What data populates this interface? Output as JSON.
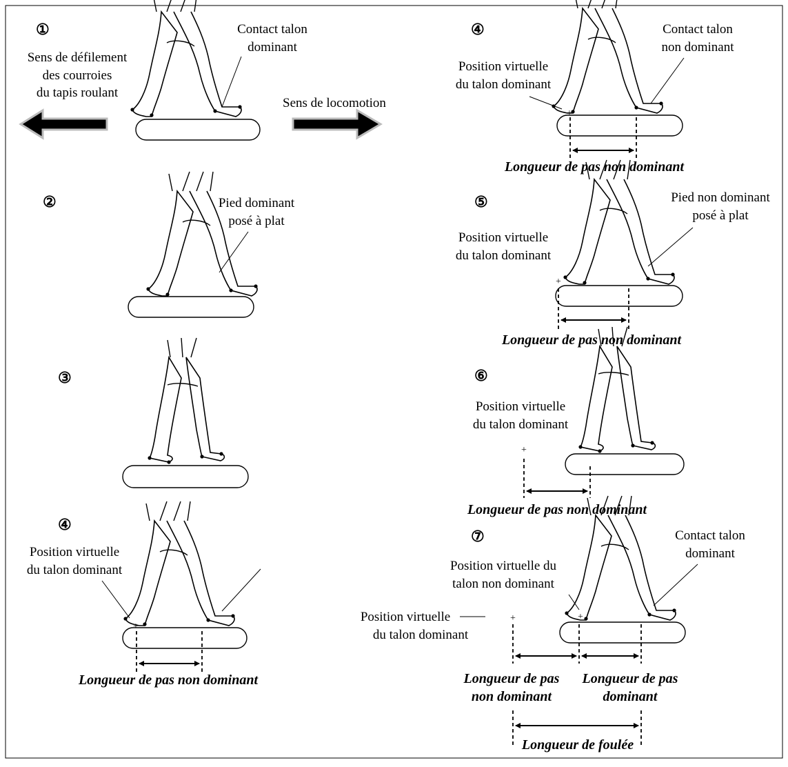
{
  "panels": {
    "p1": {
      "number": "①",
      "belt_direction": [
        "Sens de défilement",
        "des courroies",
        "du tapis roulant"
      ],
      "locomotion_direction": "Sens de locomotion",
      "heel_contact": [
        "Contact talon",
        "dominant"
      ]
    },
    "p2": {
      "number": "②",
      "foot_flat": [
        "Pied dominant",
        "posé à plat"
      ]
    },
    "p3": {
      "number": "③"
    },
    "p4a": {
      "number": "④",
      "virtual_position": [
        "Position virtuelle",
        "du talon dominant"
      ],
      "step_length": "Longueur de pas  non dominant"
    },
    "p4b": {
      "number": "④",
      "virtual_position": [
        "Position virtuelle",
        "du talon dominant"
      ],
      "heel_contact": [
        "Contact talon",
        "non dominant"
      ],
      "step_length": "Longueur de pas  non dominant"
    },
    "p5": {
      "number": "⑤",
      "virtual_position": [
        "Position virtuelle",
        "du talon dominant"
      ],
      "foot_flat": [
        "Pied non dominant",
        "posé à plat"
      ],
      "step_length": "Longueur de pas  non dominant"
    },
    "p6": {
      "number": "⑥",
      "virtual_position": [
        "Position virtuelle",
        "du talon dominant"
      ],
      "step_length": "Longueur de pas  non dominant"
    },
    "p7": {
      "number": "⑦",
      "heel_contact": [
        "Contact talon",
        "dominant"
      ],
      "virtual_nd": [
        "Position virtuelle du",
        "talon non dominant"
      ],
      "virtual_d": [
        "Position virtuelle",
        "du talon dominant"
      ],
      "step_nd": [
        "Longueur de pas",
        "non dominant"
      ],
      "step_d": [
        "Longueur de pas",
        "dominant"
      ],
      "stride": "Longueur de foulée"
    }
  }
}
